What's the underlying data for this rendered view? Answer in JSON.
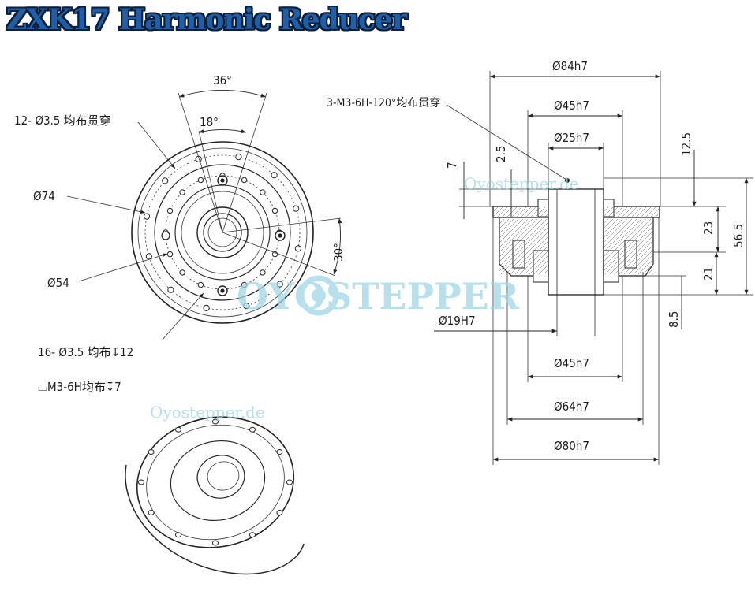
{
  "title": "ZXK17 Harmonic Reducer",
  "watermarks": {
    "logo_text": "OYOSTEPPER",
    "site_1": "Oyostepper.de",
    "site_2": "Oyostepper.de"
  },
  "front_view": {
    "angle_36": "36°",
    "angle_18": "18°",
    "angle_30": "30°",
    "holes_12": "12- Ø3.5 均布贯穿",
    "dia_74": "Ø74",
    "dia_54": "Ø54",
    "holes_16": "16- Ø3.5 均布↧12",
    "thread_m3": "⌴M3-6H均布↧7"
  },
  "side_view": {
    "thread_note": "3-M3-6H-120°均布贯穿",
    "d84": "Ø84h7",
    "d45_top": "Ø45h7",
    "d25": "Ø25h7",
    "d19": "Ø19H7",
    "d45_bottom": "Ø45h7",
    "d64": "Ø64h7",
    "d80": "Ø80h7",
    "dim_7": "7",
    "dim_2_5": "2.5",
    "dim_12_5": "12.5",
    "dim_23": "23",
    "dim_56_5": "56.5",
    "dim_21": "21",
    "dim_8_5": "8.5"
  },
  "colors": {
    "title_fill": "#1f5fa8",
    "title_outline": "#0b1e3a",
    "watermark": "#9fd6e6"
  }
}
